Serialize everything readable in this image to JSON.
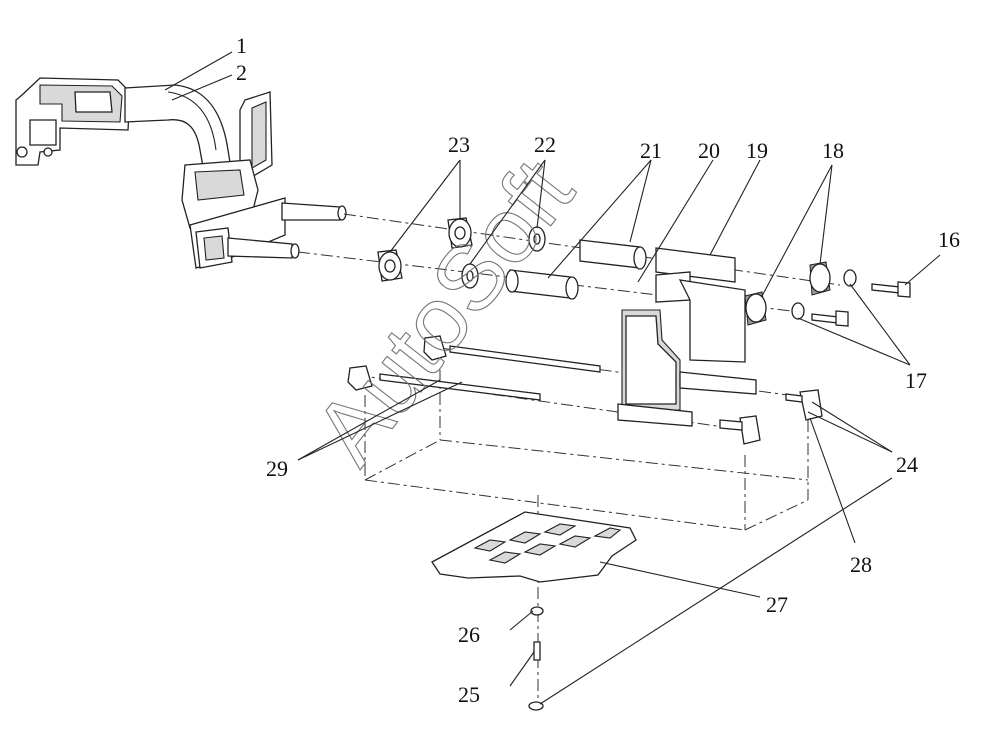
{
  "watermark": "AutoSoft",
  "callouts": [
    {
      "id": "c1",
      "label": "1"
    },
    {
      "id": "c2",
      "label": "2"
    },
    {
      "id": "c16",
      "label": "16"
    },
    {
      "id": "c17",
      "label": "17"
    },
    {
      "id": "c18",
      "label": "18"
    },
    {
      "id": "c19",
      "label": "19"
    },
    {
      "id": "c20",
      "label": "20"
    },
    {
      "id": "c21",
      "label": "21"
    },
    {
      "id": "c22",
      "label": "22"
    },
    {
      "id": "c23",
      "label": "23"
    },
    {
      "id": "c24",
      "label": "24"
    },
    {
      "id": "c25",
      "label": "25"
    },
    {
      "id": "c26",
      "label": "26"
    },
    {
      "id": "c27",
      "label": "27"
    },
    {
      "id": "c28",
      "label": "28"
    },
    {
      "id": "c29",
      "label": "29"
    }
  ]
}
